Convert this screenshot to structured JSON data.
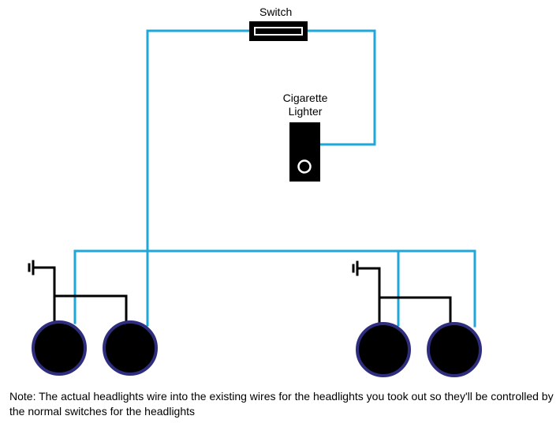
{
  "labels": {
    "switch": "Switch",
    "lighter_line1": "Cigarette",
    "lighter_line2": "Lighter"
  },
  "note_text": "Note:  The actual headlights wire into the existing wires for the headlights you took out so they'll be controlled by the normal switches for the headlights",
  "colors": {
    "wire": "#1ea7d8",
    "ground_wire": "#000000",
    "headlight_fill": "#000000",
    "headlight_rim": "#2e2d7e",
    "lighter_body": "#000000",
    "lighter_socket": "#ffffff",
    "switch_body": "#000000",
    "switch_slot": "#ffffff"
  },
  "components": {
    "switch_icon": "switch-icon",
    "lighter_icon": "cigarette-lighter-icon",
    "ground_icon": "ground-icon",
    "headlight_icon": "headlight-icon",
    "headlight_count": 4,
    "ground_count": 2
  }
}
